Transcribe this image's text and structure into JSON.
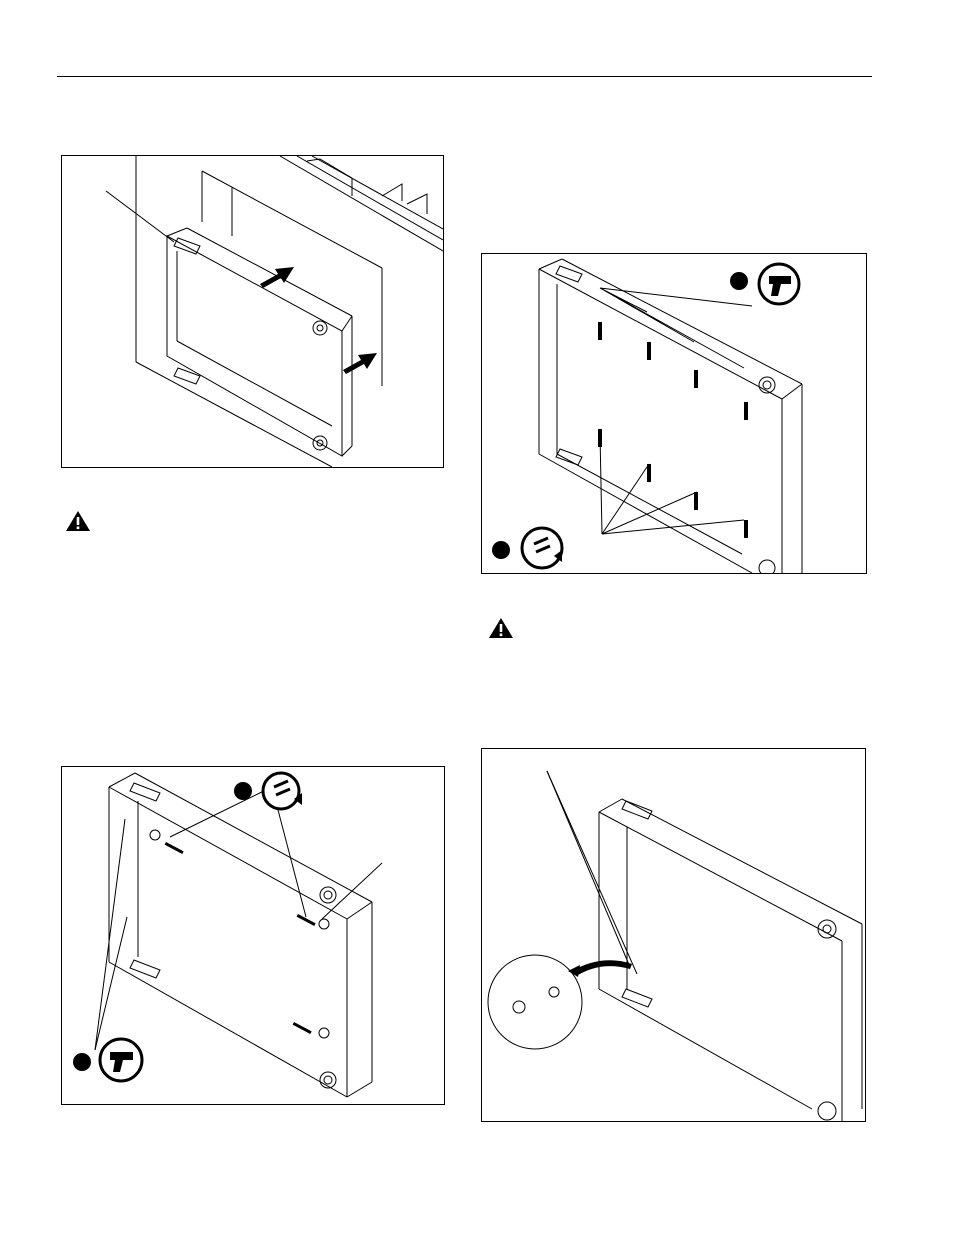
{
  "document": {
    "figures": [
      {
        "id": "fig-insert-box",
        "text": []
      },
      {
        "id": "fig-drill-wood-screws",
        "text": []
      },
      {
        "id": "fig-concrete-anchors",
        "text": []
      },
      {
        "id": "fig-ground-screw",
        "text": []
      }
    ],
    "warnings": [
      "warning-icon-left",
      "warning-icon-right"
    ]
  }
}
